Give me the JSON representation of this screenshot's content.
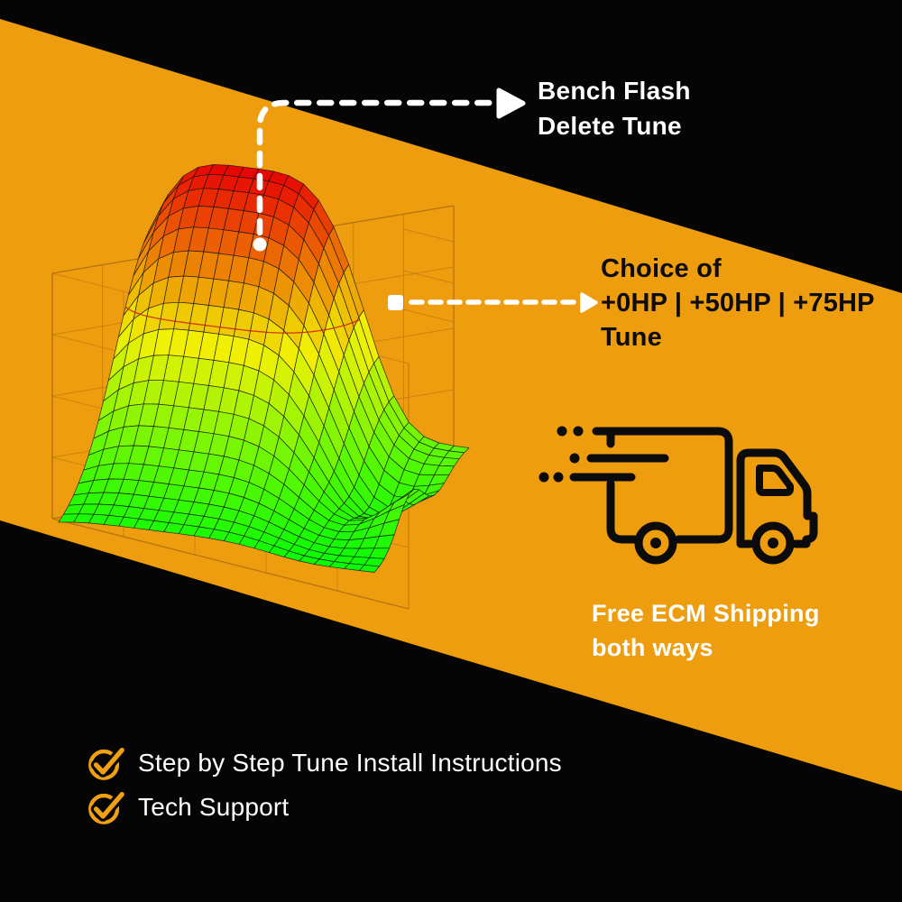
{
  "colors": {
    "background": "#050505",
    "band_orange": "#EE9D0F",
    "accent_orange": "#F2A013",
    "annotation_white": "#FFFFFF",
    "text_dark": "#0B0B0B",
    "wireframe_brown": "#A8690F",
    "contour_red": "#CC2008"
  },
  "surface_plot": {
    "type": "3d-surface-mesh",
    "description": "Engine ECM tune 3D map surface, green (low) to yellow, orange and red (peak), with tan wireframe axes box",
    "grid_cols": 21,
    "grid_rows": 19,
    "colormap_low_to_high": [
      "#00D41E",
      "#8FE400",
      "#F0EE00",
      "#FF9100",
      "#EE1005"
    ]
  },
  "annotations": {
    "bench_flash": {
      "line1": "Bench Flash",
      "line2": "Delete Tune",
      "marker": "dot",
      "pointer": "dashed-arrow"
    },
    "tune_choice": {
      "line1": "Choice of",
      "line2": "+0HP | +50HP | +75HP",
      "line3": "Tune",
      "marker": "square",
      "pointer": "dashed-arrow"
    }
  },
  "shipping": {
    "icon": "delivery-truck-icon",
    "line1": "Free ECM Shipping",
    "line2": "both ways"
  },
  "checklist": {
    "items": [
      {
        "icon": "check-circle-icon",
        "label": "Step by Step Tune Install Instructions"
      },
      {
        "icon": "check-circle-icon",
        "label": "Tech Support"
      }
    ]
  }
}
